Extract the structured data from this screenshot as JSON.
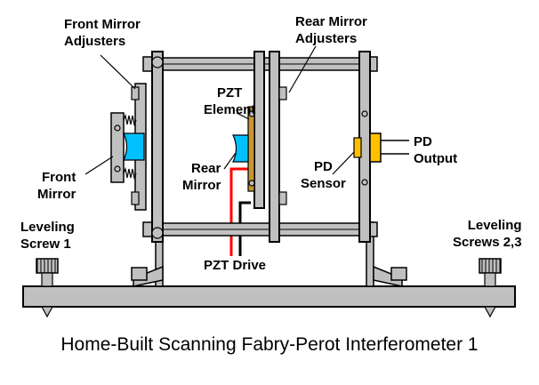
{
  "labels": {
    "front_mirror_adjusters": [
      "Front Mirror",
      "Adjusters"
    ],
    "rear_mirror_adjusters": [
      "Rear Mirror",
      "Adjusters"
    ],
    "pzt_element": [
      "PZT",
      "Element"
    ],
    "front_mirror": [
      "Front",
      "Mirror"
    ],
    "rear_mirror": [
      "Rear",
      "Mirror"
    ],
    "pd_sensor": [
      "PD",
      "Sensor"
    ],
    "pd_output": [
      "PD",
      "Output"
    ],
    "leveling_screw_1": [
      "Leveling",
      "Screw 1"
    ],
    "leveling_screws_23": [
      "Leveling",
      "Screws 2,3"
    ],
    "pzt_drive": "PZT Drive"
  },
  "caption": "Home-Built Scanning Fabry-Perot Interferometer 1",
  "colors": {
    "metal": "#c0c0c0",
    "outline": "#000000",
    "mirror": "#00c0ff",
    "pzt": "#c89632",
    "pd": "#ffc000",
    "wire_red": "#ff0000",
    "wire_black": "#000000"
  }
}
